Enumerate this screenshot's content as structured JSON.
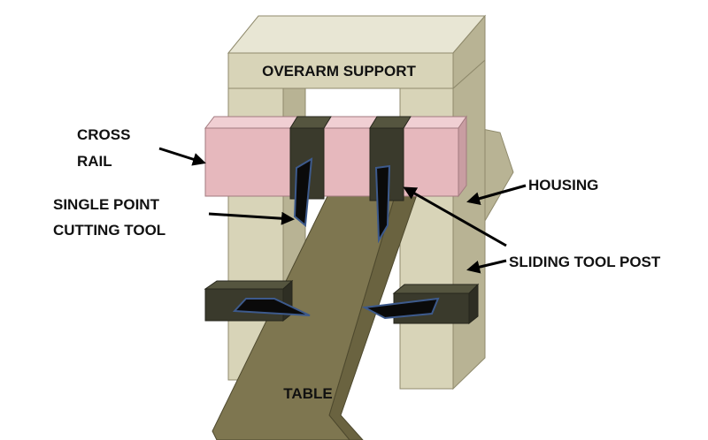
{
  "labels": {
    "overarm_support": "OVERARM SUPPORT",
    "cross_rail_line1": "CROSS",
    "cross_rail_line2": "RAIL",
    "single_point_line1": "SINGLE POINT",
    "single_point_line2": "CUTTING TOOL",
    "housing": "HOUSING",
    "sliding_tool_post": "SLIDING TOOL POST",
    "table": "TABLE"
  },
  "colors": {
    "frame_front": "#d8d4b8",
    "frame_top": "#e8e6d4",
    "frame_side": "#b8b394",
    "table_top": "#7e7650",
    "table_side": "#6a6340",
    "rail_front": "#e6b8bd",
    "rail_top": "#f0cfd3",
    "rail_side": "#c99da2",
    "tool_post": "#3a3a2c",
    "tool_post_top": "#55553f",
    "tool_black": "#0a0a0a",
    "tool_outline": "#3d5a8c"
  }
}
